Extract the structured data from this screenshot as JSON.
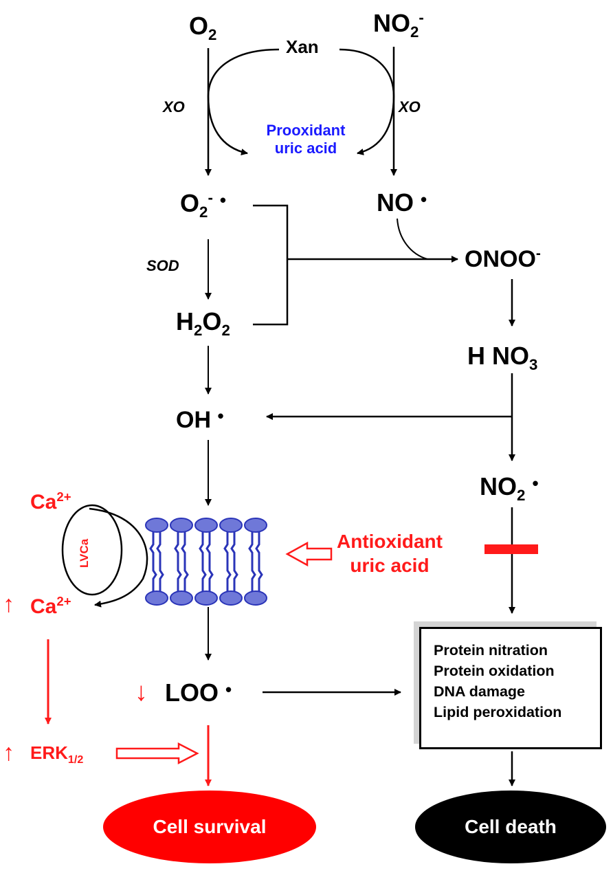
{
  "species": {
    "o2": {
      "base": "O",
      "sub": "2"
    },
    "no2_minus": {
      "base": "NO",
      "sub": "2",
      "sup": "-"
    },
    "superoxide": {
      "base": "O",
      "sub": "2",
      "sup": "-",
      "dot": "•"
    },
    "nitric_oxide": {
      "base": "NO",
      "dot": "•"
    },
    "peroxynitrite": {
      "base": "ONOO",
      "sup": "-"
    },
    "h2o2": {
      "pre": "H",
      "sub1": "2",
      "mid": "O",
      "sub2": "2"
    },
    "hno3": {
      "base": "H NO",
      "sub": "3"
    },
    "hydroxyl": {
      "base": "OH",
      "dot": "•"
    },
    "no2_radical": {
      "base": "NO",
      "sub": "2",
      "dot": "•"
    },
    "lipid_peroxyl": {
      "base": "LOO",
      "dot": "•"
    }
  },
  "enzymes": {
    "xan": "Xan",
    "xo_left": "XO",
    "xo_right": "XO",
    "sod": "SOD"
  },
  "prooxidant": {
    "line1": "Prooxidant",
    "line2": "uric acid"
  },
  "antioxidant": {
    "line1": "Antioxidant",
    "line2": "uric acid"
  },
  "calcium": {
    "top": {
      "base": "Ca",
      "sup": "2+"
    },
    "bottom": {
      "base": "Ca",
      "sup": "2+"
    },
    "channel": "LVCa",
    "up_arrow": "↑"
  },
  "erk": {
    "base": "ERK",
    "sub": "1/2",
    "up_arrow": "↑"
  },
  "loo_down_arrow": "↓",
  "damage_box": {
    "items": [
      "Protein nitration",
      "Protein oxidation",
      "DNA damage",
      "Lipid peroxidation"
    ]
  },
  "outcomes": {
    "survival": "Cell survival",
    "death": "Cell death"
  },
  "colors": {
    "black": "#000000",
    "red": "#ff1a1a",
    "blue": "#1a1aff",
    "membrane_blue": "#2a34b8",
    "survival_fill": "#ff0000",
    "death_fill": "#000000"
  }
}
